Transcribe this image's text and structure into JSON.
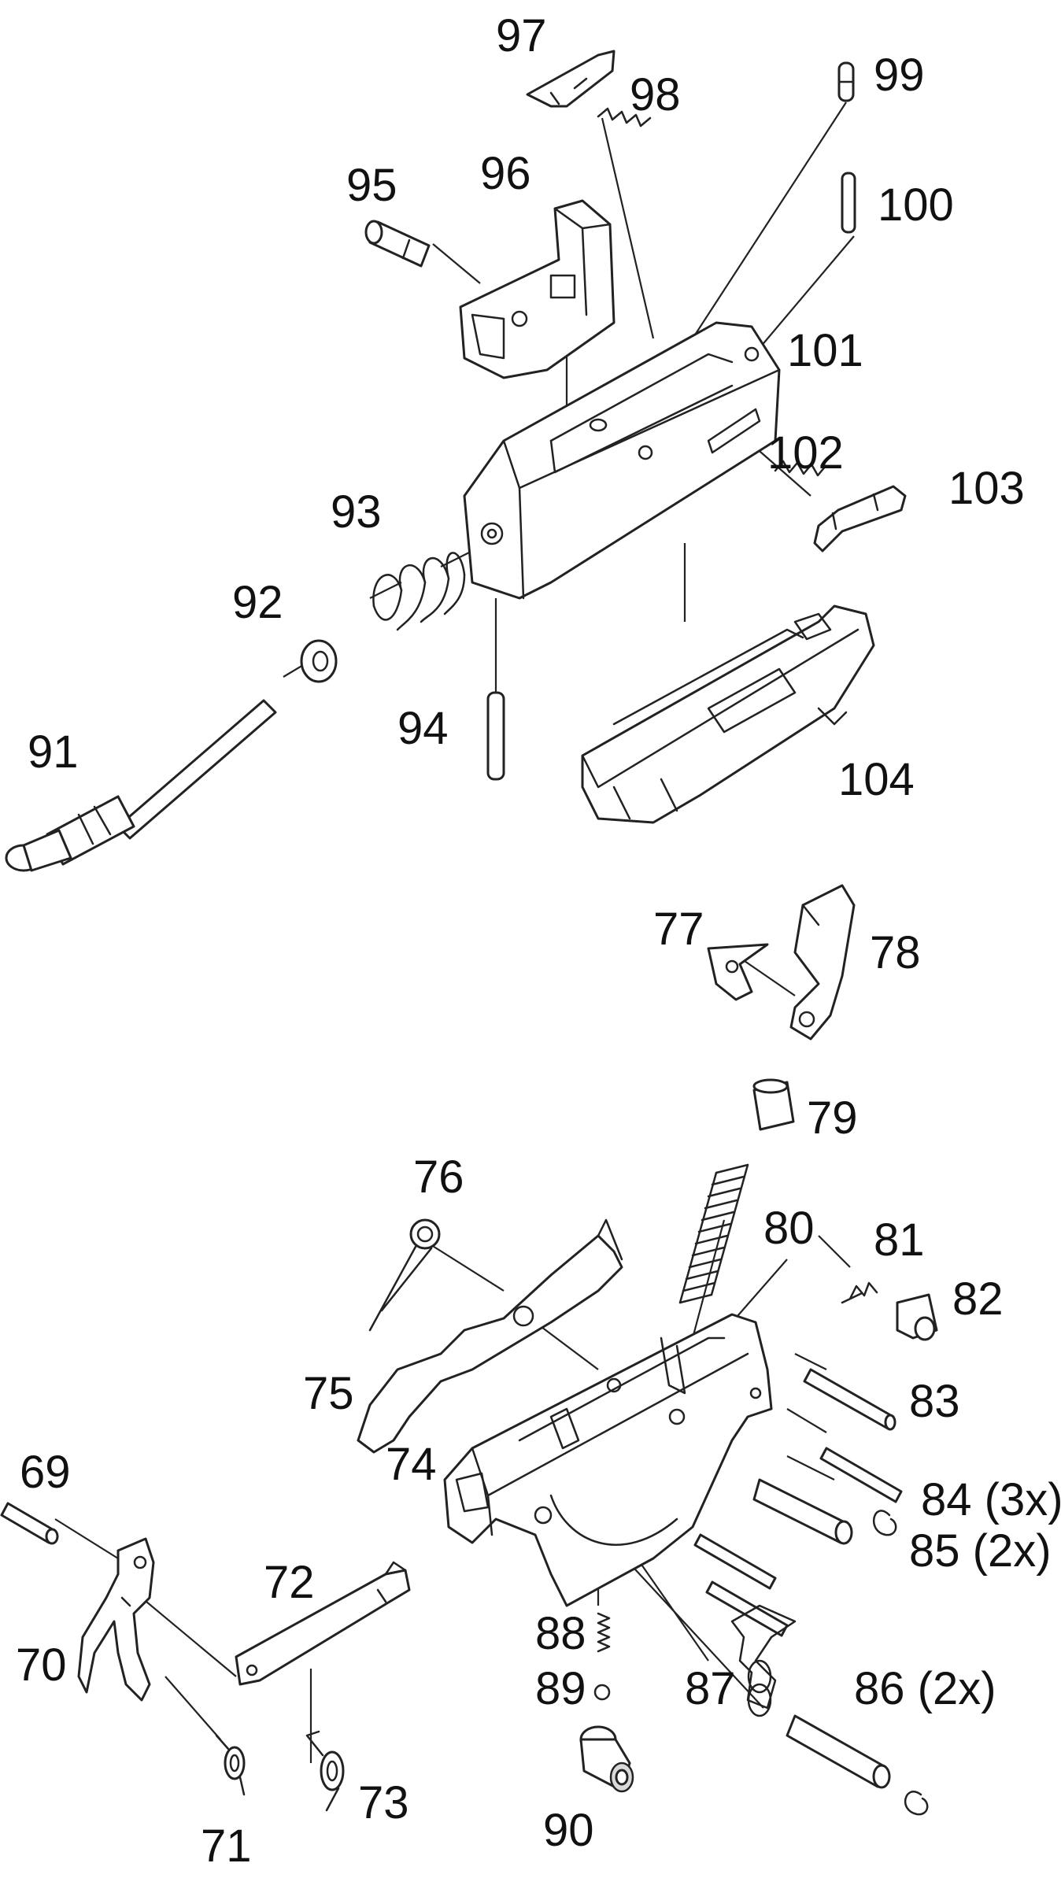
{
  "colors": {
    "background": "#ffffff",
    "ink": "#222222",
    "label": "#111111"
  },
  "labels": {
    "p69": "69",
    "p70": "70",
    "p71": "71",
    "p72": "72",
    "p73": "73",
    "p74": "74",
    "p75": "75",
    "p76": "76",
    "p77": "77",
    "p78": "78",
    "p79": "79",
    "p80": "80",
    "p81": "81",
    "p82": "82",
    "p83": "83",
    "p84": "84 (3x)",
    "p85": "85 (2x)",
    "p86": "86 (2x)",
    "p87": "87",
    "p88": "88",
    "p89": "89",
    "p90": "90",
    "p91": "91",
    "p92": "92",
    "p93": "93",
    "p94": "94",
    "p95": "95",
    "p96": "96",
    "p97": "97",
    "p98": "98",
    "p99": "99",
    "p100": "100",
    "p101": "101",
    "p102": "102",
    "p103": "103",
    "p104": "104"
  },
  "parts": [
    {
      "id": "69",
      "icon": "pin-icon"
    },
    {
      "id": "70",
      "icon": "trigger-icon"
    },
    {
      "id": "71",
      "icon": "torsion-spring-icon"
    },
    {
      "id": "72",
      "icon": "lever-bar-icon"
    },
    {
      "id": "73",
      "icon": "torsion-spring-icon"
    },
    {
      "id": "74",
      "icon": "trigger-housing-icon"
    },
    {
      "id": "75",
      "icon": "lever-bar-icon"
    },
    {
      "id": "76",
      "icon": "torsion-spring-icon"
    },
    {
      "id": "77",
      "icon": "small-plate-icon"
    },
    {
      "id": "78",
      "icon": "hammer-icon"
    },
    {
      "id": "79",
      "icon": "bushing-icon"
    },
    {
      "id": "80",
      "icon": "coil-spring-icon"
    },
    {
      "id": "81",
      "icon": "small-spring-icon"
    },
    {
      "id": "82",
      "icon": "small-cap-icon"
    },
    {
      "id": "83",
      "icon": "pin-icon"
    },
    {
      "id": "84",
      "icon": "pin-icon"
    },
    {
      "id": "85",
      "icon": "e-clip-icon"
    },
    {
      "id": "86",
      "icon": "pin-icon"
    },
    {
      "id": "87",
      "icon": "wire-spring-icon"
    },
    {
      "id": "88",
      "icon": "small-spring-icon"
    },
    {
      "id": "89",
      "icon": "ball-icon"
    },
    {
      "id": "90",
      "icon": "plunger-cap-icon"
    },
    {
      "id": "91",
      "icon": "guide-rod-icon"
    },
    {
      "id": "92",
      "icon": "washer-icon"
    },
    {
      "id": "93",
      "icon": "coil-spring-icon"
    },
    {
      "id": "94",
      "icon": "pin-icon"
    },
    {
      "id": "95",
      "icon": "pin-icon"
    },
    {
      "id": "96",
      "icon": "block-icon"
    },
    {
      "id": "97",
      "icon": "latch-icon"
    },
    {
      "id": "98",
      "icon": "small-spring-icon"
    },
    {
      "id": "99",
      "icon": "pin-icon"
    },
    {
      "id": "100",
      "icon": "pin-icon"
    },
    {
      "id": "101",
      "icon": "slide-housing-icon"
    },
    {
      "id": "102",
      "icon": "small-spring-icon"
    },
    {
      "id": "103",
      "icon": "latch-icon"
    },
    {
      "id": "104",
      "icon": "carrier-icon"
    }
  ]
}
